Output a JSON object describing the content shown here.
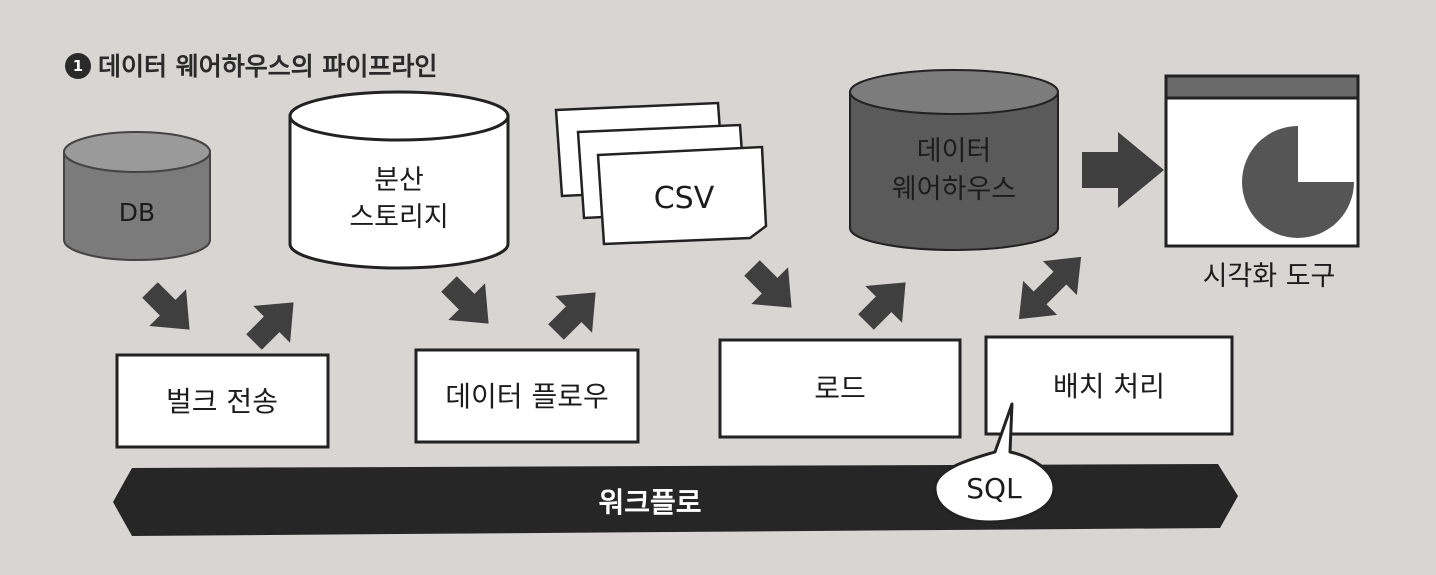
{
  "title": {
    "number": "1",
    "text": "데이터 웨어하우스의 파이프라인"
  },
  "nodes": {
    "db": "DB",
    "storage_line1": "분산",
    "storage_line2": "스토리지",
    "csv": "CSV",
    "warehouse_line1": "데이터",
    "warehouse_line2": "웨어하우스",
    "viz": "시각화 도구"
  },
  "processes": {
    "bulk": "벌크 전송",
    "dataflow": "데이터 플로우",
    "load": "로드",
    "batch": "배치 처리"
  },
  "callout": "SQL",
  "workflow": "워크플로",
  "colors": {
    "background": "#d7d6d3",
    "box_fill": "#ffffff",
    "db_fill": "#7b7b7b",
    "warehouse_fill": "#5a5a5a",
    "arrow": "#3f3f3f",
    "workflow_bar": "#262626",
    "pie": "#555555"
  },
  "icons": [
    "database-icon",
    "storage-cylinder-icon",
    "csv-file-stack-icon",
    "warehouse-cylinder-icon",
    "pie-chart-icon",
    "arrow-icon"
  ]
}
